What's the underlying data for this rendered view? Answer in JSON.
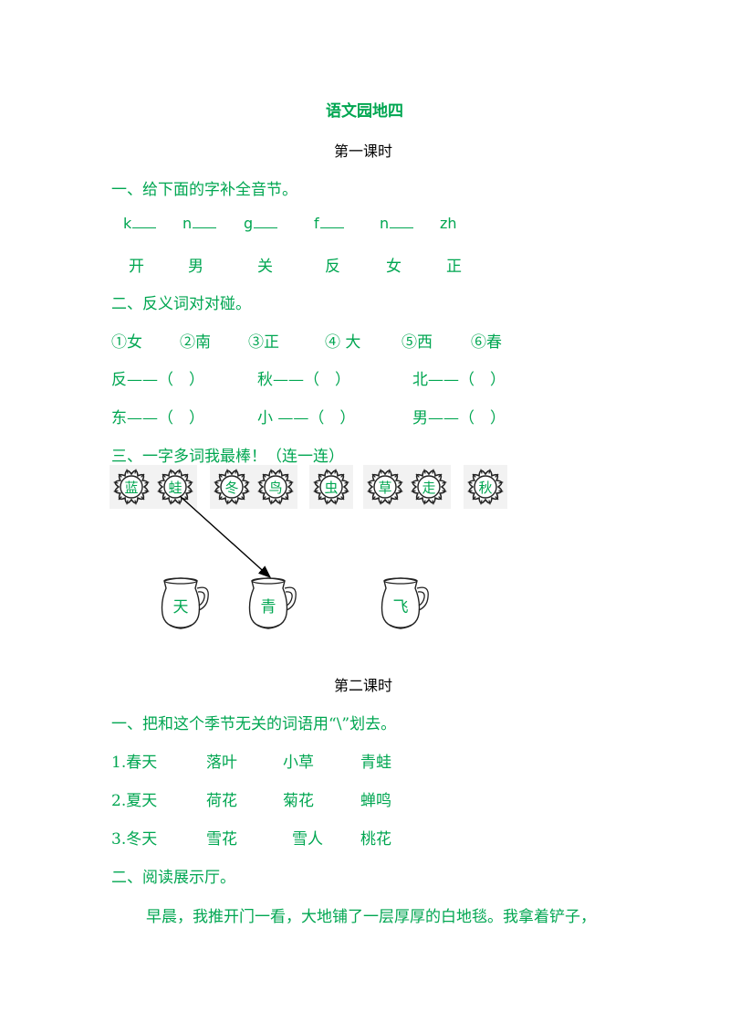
{
  "title": "语文园地四",
  "lesson1": "第一课时",
  "q1": {
    "heading": "一、给下面的字补全音节。",
    "pinyin": [
      "k",
      "n",
      "g",
      "f",
      "n",
      "zh"
    ],
    "chars": [
      "开",
      "男",
      "关",
      "反",
      "女",
      "正"
    ]
  },
  "q2": {
    "heading": "二、反义词对对碰。",
    "options": [
      "①女",
      "②南",
      "③正",
      "④ 大",
      "⑤西",
      "⑥春"
    ],
    "row1": [
      "反——（　）",
      "秋——（　）",
      "北——（　）"
    ],
    "row2": [
      "东——（　）",
      "小 ——（　）",
      "男——（　）"
    ]
  },
  "q3": {
    "heading": "三、一字多词我最棒！（连一连）",
    "suns": [
      "蓝",
      "蛙",
      "冬",
      "鸟",
      "虫",
      "草",
      "走",
      "秋"
    ],
    "jugs": [
      "天",
      "青",
      "飞"
    ]
  },
  "lesson2": "第二课时",
  "p2q1": {
    "heading": "一、把和这个季节无关的词语用“\\”划去。",
    "rows": [
      [
        "1.春天",
        "落叶",
        "小草",
        "青蛙"
      ],
      [
        "2.夏天",
        "荷花",
        "菊花",
        "蝉鸣"
      ],
      [
        "3.冬天",
        "雪花",
        "雪人",
        "桃花"
      ]
    ]
  },
  "p2q2": {
    "heading": "二、阅读展示厅。",
    "passage": "早晨，我推开门一看，大地铺了一层厚厚的白地毯。我拿着铲子，"
  }
}
